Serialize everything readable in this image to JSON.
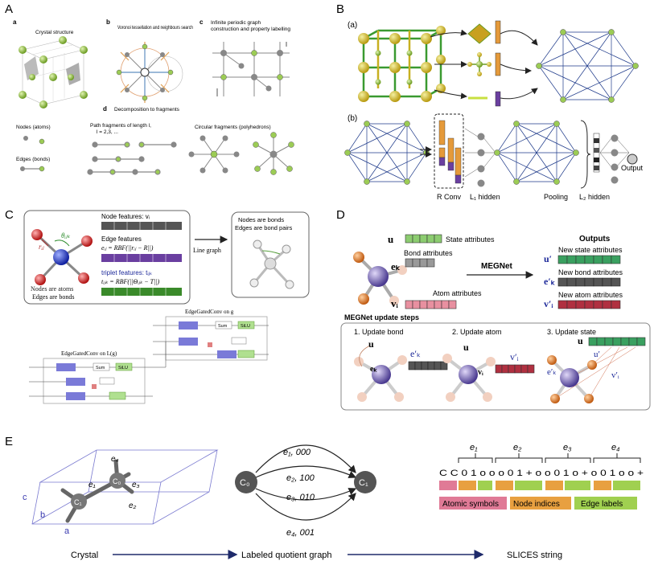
{
  "panel_a": {
    "label": "A",
    "a": "a",
    "b": "b",
    "c": "c",
    "d": "d",
    "crystal": "Crystal structure",
    "voronoi": "Voronoi tessellation and neighbours search",
    "graph": "Infinite periodic graph construction and property labelling",
    "decomposition": "Decomposition to fragments",
    "nodes": "Nodes (atoms)",
    "edges": "Edges (bonds)",
    "path": "Path fragments of length l,",
    "path_l": "l = 2,3, ...",
    "circular": "Circular fragments (polyhedrons)"
  },
  "panel_b": {
    "label": "B",
    "sub_a": "(a)",
    "sub_b": "(b)",
    "rconv": "R Conv",
    "l1": "L₁ hidden",
    "pooling": "Pooling",
    "l2": "L₂ hidden",
    "output": "Output"
  },
  "panel_c": {
    "label": "C",
    "node_feat": "Node features: vᵢ",
    "edge_feat": "Edge features",
    "eij": "eᵢⱼ = RBF(||rᵢⱼ − R||)",
    "triplet": "triplet features: tᵢⱼₖ",
    "tijk": "tᵢⱼₖ = RBF(||Θᵢⱼₖ − T||)",
    "nodes_atoms": "Nodes are atoms",
    "edges_bonds": "Edges are bonds",
    "line_graph": "Line graph",
    "nodes_bonds": "Nodes are bonds",
    "edges_pairs": "Edges are bond pairs",
    "egc_g": "EdgeGatedConv on g",
    "egc_lg": "EdgeGatedConv on L(g)",
    "theta": "θᵢⱼₖ",
    "rij": "rᵢⱼ",
    "sum": "Sum",
    "silu": "SiLU"
  },
  "panel_d": {
    "label": "D",
    "u": "u",
    "state": "State attributes",
    "ek": "eₖ",
    "bond": "Bond attributes",
    "vi": "vᵢ",
    "atom": "Atom attributes",
    "megnet": "MEGNet",
    "outputs": "Outputs",
    "new_state": "New state attributes",
    "new_bond": "New bond attributes",
    "new_atom": "New atom attributes",
    "u_p": "u′",
    "ek_p": "e′ₖ",
    "vi_p": "v′ᵢ",
    "steps": "MEGNet update steps",
    "step1": "1. Update bond",
    "step2": "2. Update atom",
    "step3": "3. Update state"
  },
  "panel_e": {
    "label": "E",
    "c": "c",
    "b": "b",
    "a": "a",
    "e1": "e₁",
    "e2": "e₂",
    "e3": "e₃",
    "e4": "e₄",
    "c0": "C₀",
    "c1": "C₁",
    "e1_l": "e₁, 000",
    "e2_l": "e₂, 100",
    "e3_l": "e₃, 010",
    "e4_l": "e₄, 001",
    "slices_string": "C C 0 1 o o o 0 1 + o o 0 1 o + o 0 1 o o +",
    "atomic": "Atomic symbols",
    "indices": "Node indices",
    "edge_labels": "Edge labels",
    "crystal": "Crystal",
    "quotient": "Labeled quotient graph",
    "slices": "SLICES string"
  },
  "colors": {
    "green": "#9ccc55",
    "yellow": "#d8c43a",
    "orange": "#e59a3a",
    "purple": "#6a3fa0",
    "pink": "#e58fa0",
    "blue": "#5a5fd0",
    "navy": "#1e2a6a"
  }
}
